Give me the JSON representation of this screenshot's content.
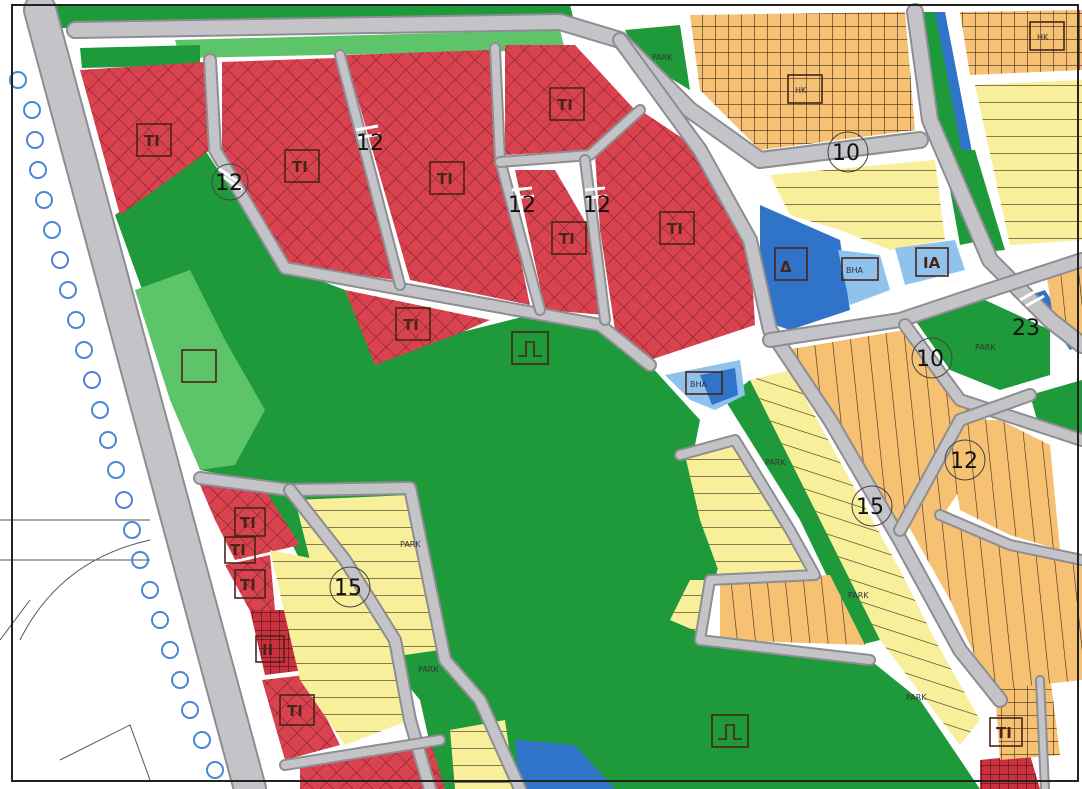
{
  "colors": {
    "background": "#ffffff",
    "road": "#c4c4c8",
    "road_edge": "#8d8d92",
    "commercial": "#d9434f",
    "commercial_hatch": "#7a1f2a",
    "park": "#1e9a3a",
    "park_light": "#5dc46a",
    "residential_light": "#f8ef9a",
    "residential_orange": "#f6c172",
    "hatch_dark": "#3a2a1a",
    "public_blue": "#2f74c9",
    "public_light_blue": "#8fc3ee",
    "circles": "#4a86d6"
  },
  "zone_codes": {
    "commercial": "TI",
    "commercial_dark": "II",
    "public_facility": "Δ",
    "health": "BHA",
    "education": "IA",
    "sport": "HK"
  },
  "park_labels": {
    "park": "PARK"
  },
  "road_widths": {
    "w10": "10",
    "w12": "12",
    "w15": "15",
    "w23": "23"
  }
}
